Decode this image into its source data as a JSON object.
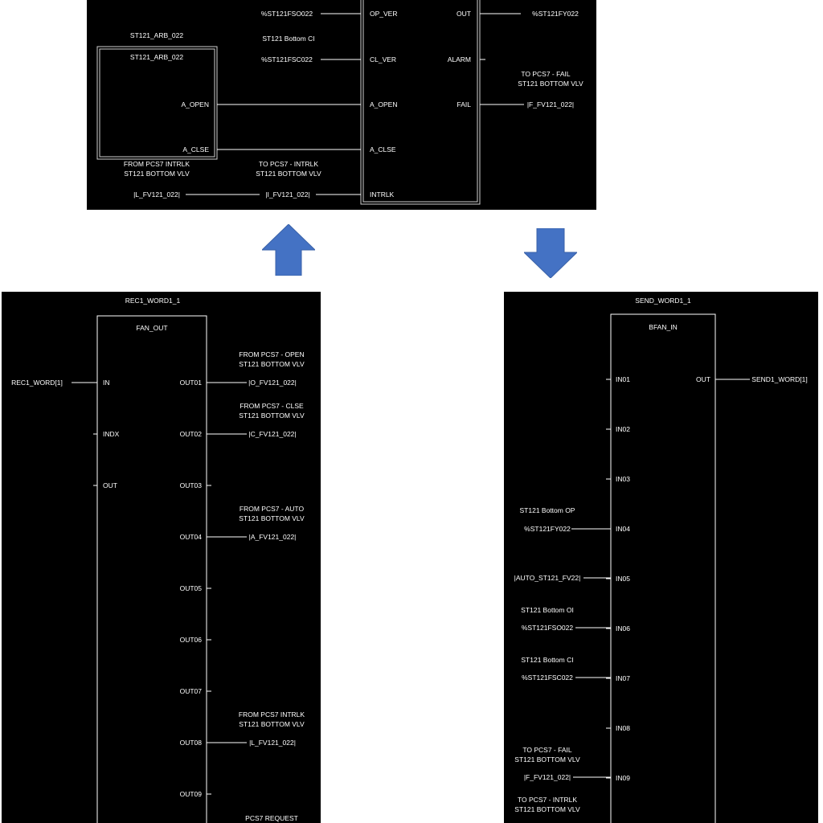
{
  "top": {
    "arb_title": "ST121_ARB_022",
    "arb_inner_title": "ST121_ARB_022",
    "arb_a_open": "A_OPEN",
    "arb_a_clse": "A_CLSE",
    "pin_op_ver": "OP_VER",
    "pin_cl_ver": "CL_VER",
    "pin_a_open": "A_OPEN",
    "pin_a_clse": "A_CLSE",
    "pin_intrlk": "INTRLK",
    "pin_out": "OUT",
    "pin_alarm": "ALARM",
    "pin_fail": "FAIL",
    "var_fso": "%ST121FSO022",
    "cmt_bottom_ci": "ST121 Bottom CI",
    "var_fsc": "%ST121FSC022",
    "var_fy_out": "%ST121FY022",
    "cmt_fail_1": "TO PCS7 - FAIL",
    "cmt_fail_2": "ST121 BOTTOM VLV",
    "var_fail": "|F_FV121_022|",
    "cmt_from_intrlk_1": "FROM PCS7 INTRLK",
    "cmt_from_intrlk_2": "ST121 BOTTOM VLV",
    "cmt_to_intrlk_1": "TO PCS7 - INTRLK",
    "cmt_to_intrlk_2": "ST121 BOTTOM VLV",
    "var_intrlk_in": "|L_FV121_022|",
    "var_intrlk_out": "|I_FV121_022|"
  },
  "rec": {
    "title": "REC1_WORD1_1",
    "block": "FAN_OUT",
    "in_var": "REC1_WORD[1]",
    "pin_in": "IN",
    "pin_indx": "INDX",
    "pin_out": "OUT",
    "outputs": [
      "OUT01",
      "OUT02",
      "OUT03",
      "OUT04",
      "OUT05",
      "OUT06",
      "OUT07",
      "OUT08",
      "OUT09"
    ],
    "c1a": "FROM PCS7 - OPEN",
    "c1b": "ST121 BOTTOM VLV",
    "v1": "|O_FV121_022|",
    "c2a": "FROM PCS7 - CLSE",
    "c2b": "ST121 BOTTOM VLV",
    "v2": "|C_FV121_022|",
    "c4a": "FROM PCS7 - AUTO",
    "c4b": "ST121 BOTTOM VLV",
    "v4": "|A_FV121_022|",
    "c8a": "FROM PCS7 INTRLK",
    "c8b": "ST121 BOTTOM VLV",
    "v8": "|L_FV121_022|",
    "c9a": "PCS7 REQUEST"
  },
  "send": {
    "title": "SEND_WORD1_1",
    "block": "BFAN_IN",
    "inputs": [
      "IN01",
      "IN02",
      "IN03",
      "IN04",
      "IN05",
      "IN06",
      "IN07",
      "IN08",
      "IN09"
    ],
    "pin_out": "OUT",
    "out_var": "SEND1_WORD[1]",
    "c4": "ST121 Bottom OP",
    "v4": "%ST121FY022",
    "v5": "|AUTO_ST121_FV22|",
    "c6": "ST121 Bottom OI",
    "v6": "%ST121FSO022",
    "c7": "ST121 Bottom CI",
    "v7": "%ST121FSC022",
    "c9a": "TO PCS7 - FAIL",
    "c9b": "ST121 BOTTOM VLV",
    "v9": "|F_FV121_022|",
    "c10a": "TO PCS7 - INTRLK",
    "c10b": "ST121 BOTTOM VLV"
  },
  "colors": {
    "panel_bg": "#000000",
    "line": "#ffffff",
    "arrow": "#4472c4"
  },
  "icons": {
    "up_arrow": "up-arrow-icon",
    "down_arrow": "down-arrow-icon"
  }
}
